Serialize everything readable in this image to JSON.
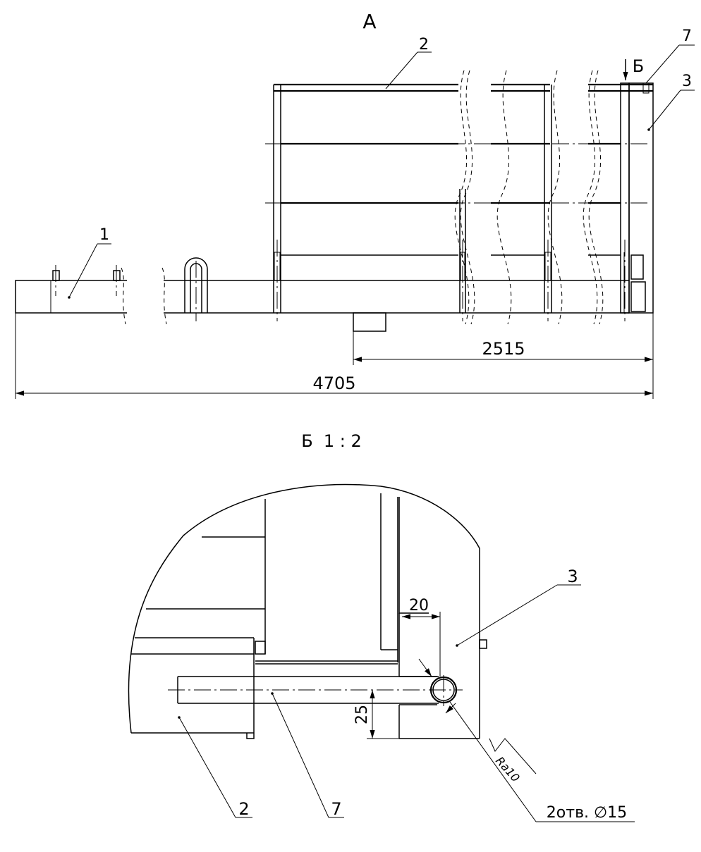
{
  "view_a": {
    "title": "А",
    "callouts": [
      "1",
      "2",
      "3",
      "7"
    ],
    "section_marker": "Б",
    "dimensions": {
      "length_overall": "4705",
      "length_partial": "2515"
    }
  },
  "view_b": {
    "title": "Б  1 : 2",
    "callouts": [
      "2",
      "3",
      "7"
    ],
    "dimensions": {
      "width": "20",
      "height": "25"
    },
    "roughness": "Ra10",
    "holes_note": "2отв. ∅15"
  }
}
